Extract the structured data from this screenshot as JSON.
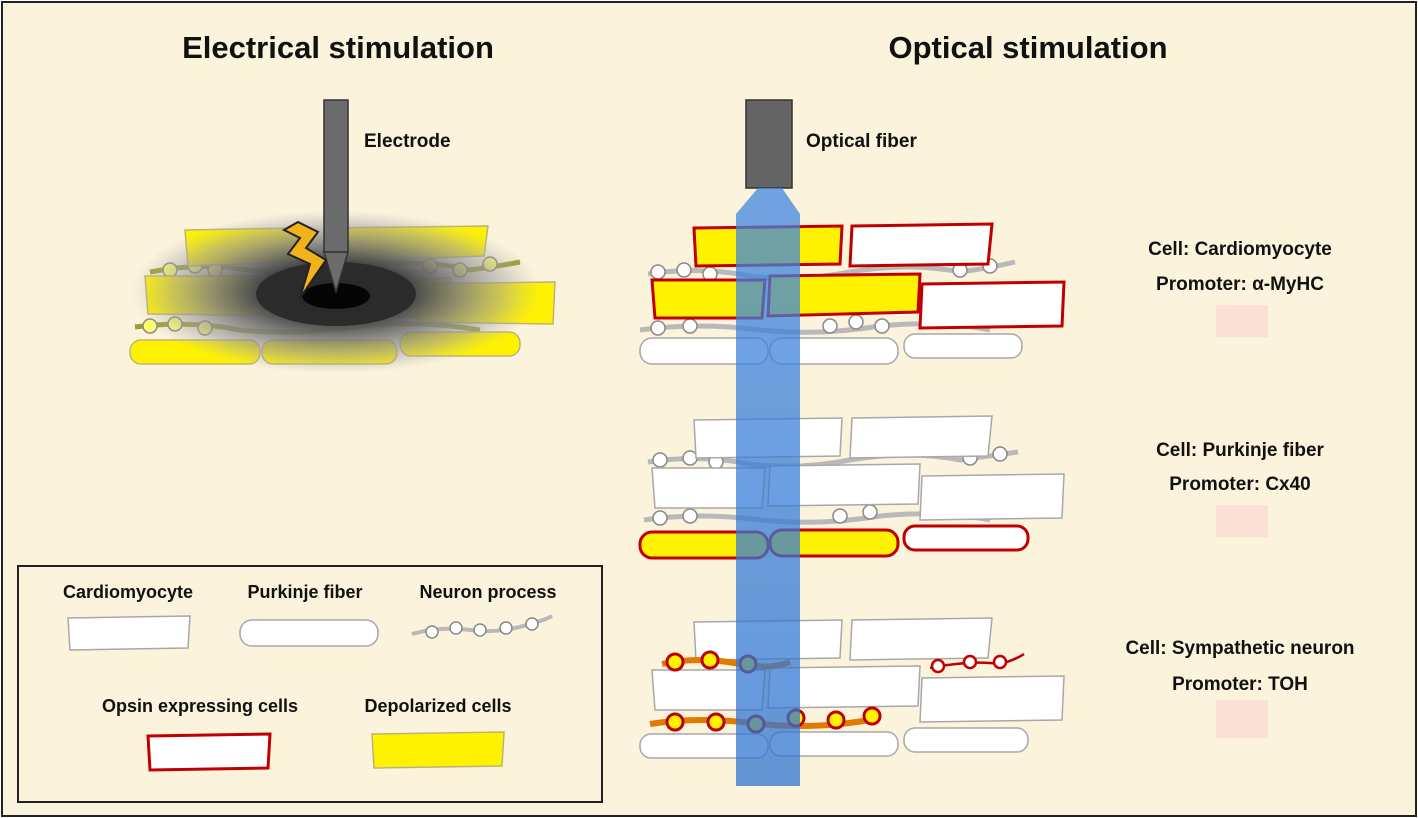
{
  "titles": {
    "electrical": "Electrical stimulation",
    "optical": "Optical stimulation"
  },
  "labels": {
    "electrode": "Electrode",
    "optical_fiber": "Optical fiber"
  },
  "conditions": [
    {
      "cell": "Cell: Cardiomyocyte",
      "promoter": "Promoter: α-MyHC"
    },
    {
      "cell": "Cell: Purkinje fiber",
      "promoter": "Promoter: Cx40"
    },
    {
      "cell": "Cell: Sympathetic neuron",
      "promoter": "Promoter: TOH"
    }
  ],
  "legend": {
    "cardiomyocyte": "Cardiomyocyte",
    "purkinje": "Purkinje fiber",
    "neuron": "Neuron process",
    "opsin": "Opsin expressing cells",
    "depolarized": "Depolarized cells"
  },
  "colors": {
    "background": "#fbf3dc",
    "depolarized_fill": "#fff200",
    "opsin_outline": "#c00000",
    "light_beam": "#3b7fd6",
    "electrode": "#6b6b6b"
  }
}
